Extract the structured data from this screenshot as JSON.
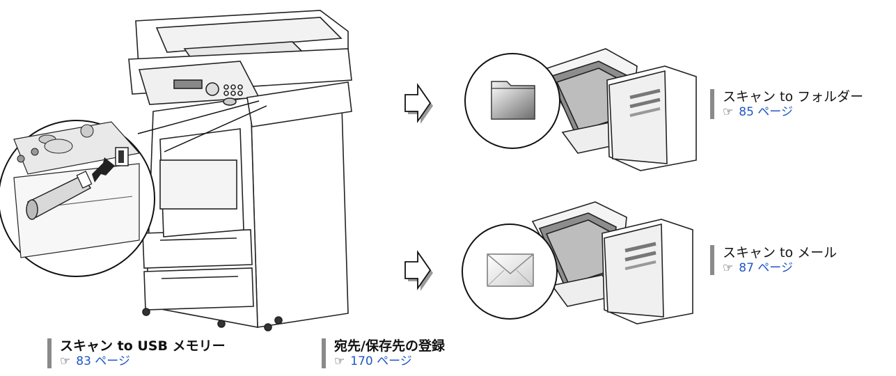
{
  "callouts": {
    "folder": {
      "title": "スキャン to フォルダー",
      "ref": "85 ページ",
      "ref_icon": "reference-hand-icon"
    },
    "mail": {
      "title": "スキャン to メール",
      "ref": "87 ページ",
      "ref_icon": "reference-hand-icon"
    },
    "usb": {
      "title": "スキャン to USB メモリー",
      "ref": "83 ページ",
      "ref_icon": "reference-hand-icon"
    },
    "address": {
      "title": "宛先/保存先の登録",
      "ref": "170 ページ",
      "ref_icon": "reference-hand-icon"
    }
  },
  "icons": {
    "printer": "multifunction-printer-icon",
    "usb": "usb-memory-icon",
    "folder": "folder-icon",
    "mail": "envelope-icon",
    "computer": "desktop-computer-icon",
    "arrow": "arrow-right-icon"
  },
  "colors": {
    "link": "#1f56c8",
    "bar": "#8a8a8a"
  },
  "ref_mark": "☞"
}
